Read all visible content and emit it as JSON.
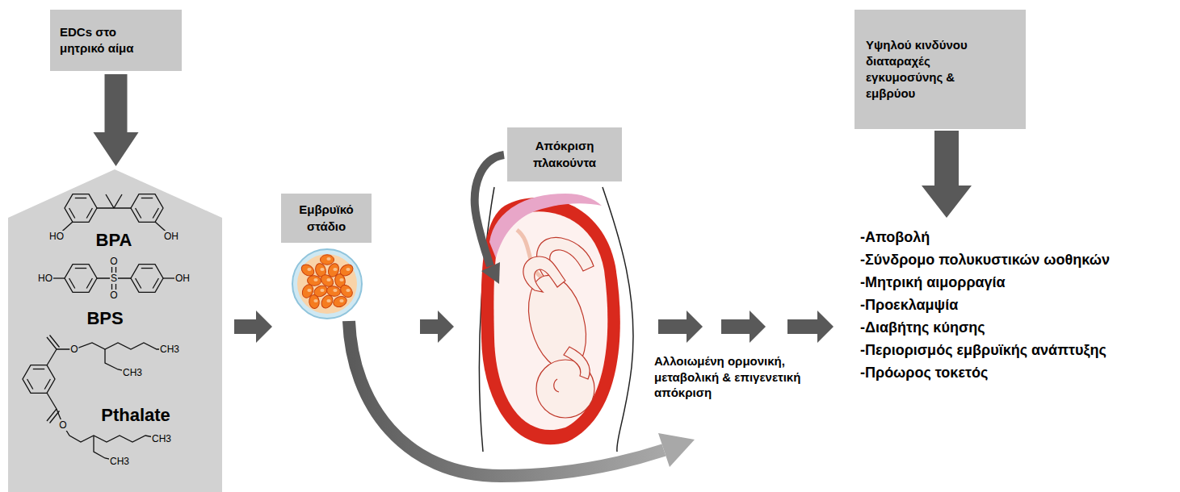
{
  "diagram": {
    "nodes": [
      {
        "text": [
          "EDCs στο μητρικό αίμα"
        ]
      },
      {
        "text": [
          "BPA",
          "BPS",
          "Pthalate"
        ]
      },
      {
        "text": [
          "Εμβρυϊκό στάδιο"
        ]
      },
      {
        "text": [
          "Απόκριση πλακούντα"
        ]
      },
      {
        "text": [
          "Υψηλού κινδύνου διαταραχές εγκυμοσύνης & εμβρύου"
        ]
      }
    ],
    "edges": [
      {
        "from": 0,
        "to": 1,
        "arrow": "to"
      }
    ],
    "labels": [
      "HO",
      "OH",
      "HO",
      "O",
      "S",
      "O",
      "OH",
      "O",
      "CH3",
      "CH3",
      "O",
      "CH3",
      "CH3",
      "Αλλοιωμένη ορμονική, μεταβολική & επιγενετική απόκριση",
      "-Αποβολή",
      "-Σύνδρομο πολυκυστικών ωοθηκών",
      "-Μητρική αιμορραγία",
      "-Προεκλαμψία",
      "-Διαβήτης κύησης",
      "-Περιορισμός εμβρυϊκής ανάπτυξης",
      "-Πρόωρος τοκετός"
    ]
  }
}
